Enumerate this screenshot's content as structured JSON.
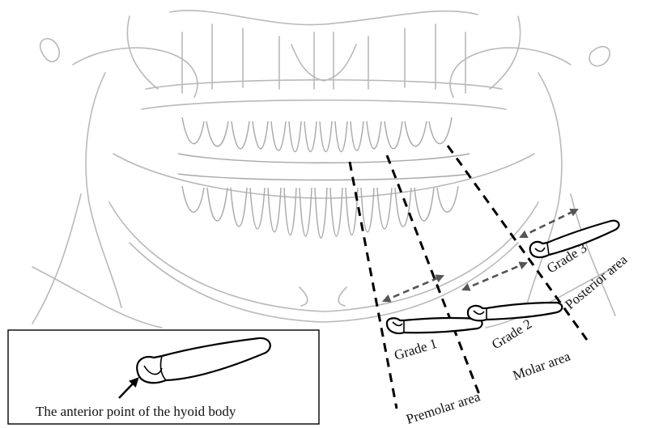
{
  "grades": [
    {
      "label": "Grade 1"
    },
    {
      "label": "Grade 2"
    },
    {
      "label": "Grade 3"
    }
  ],
  "areas": [
    {
      "label": "Premolar area"
    },
    {
      "label": "Molar area"
    },
    {
      "label": "Posterior area"
    }
  ],
  "legend": {
    "caption": "The anterior point of the hyoid body"
  },
  "colors": {
    "skull_outline": "#b9b9b9",
    "dashed_lines": "#000000",
    "arrows": "#555555"
  }
}
